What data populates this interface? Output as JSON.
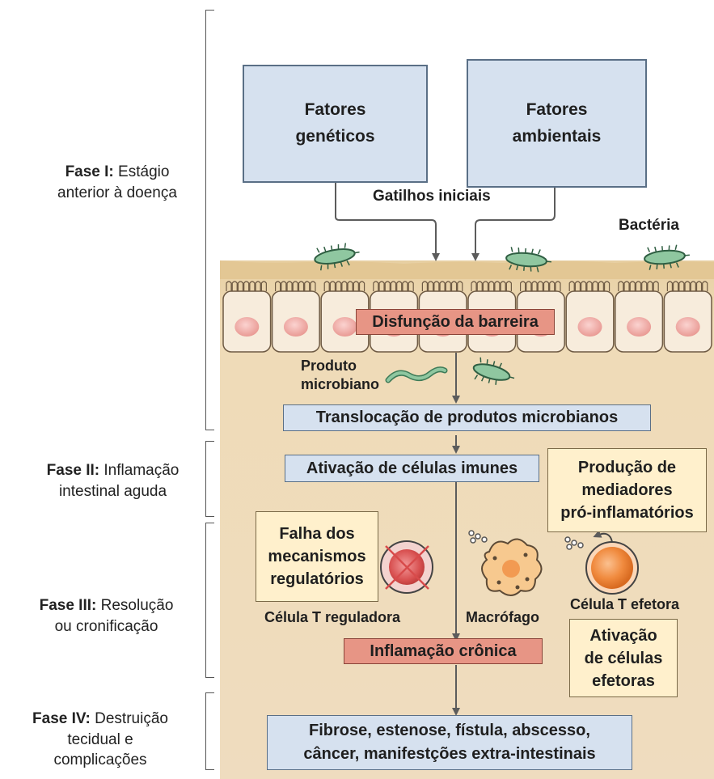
{
  "phases": {
    "p1": {
      "bold": "Fase I:",
      "rest1": " Estágio",
      "rest2": "anterior à doença"
    },
    "p2": {
      "bold": "Fase II:",
      "rest1": " Inflamação",
      "rest2": "intestinal aguda"
    },
    "p3": {
      "bold": "Fase III:",
      "rest1": " Resolução",
      "rest2": "ou cronificação"
    },
    "p4": {
      "bold": "Fase IV:",
      "rest1": " Destruição",
      "rest2": "tecidual e",
      "rest3": "complicações"
    }
  },
  "top_boxes": {
    "genetic": {
      "line1": "Fatores",
      "line2": "genéticos"
    },
    "environmental": {
      "line1": "Fatores",
      "line2": "ambientais"
    }
  },
  "triggers_label": "Gatilhos iniciais",
  "bacteria_label": "Bactéria",
  "barrier_label": "Disfunção da barreira",
  "microbial_product": {
    "line1": "Produto",
    "line2": "microbiano"
  },
  "translocation_label": "Translocação de produtos microbianos",
  "immune_activation_label": "Ativação de células imunes",
  "proinflammatory": {
    "line1": "Produção de",
    "line2": "mediadores",
    "line3": "pró-inflamatórios"
  },
  "regulatory_failure": {
    "line1": "Falha dos",
    "line2": "mecanismos",
    "line3": "regulatórios"
  },
  "treg_label": "Célula T reguladora",
  "macrophage_label": "Macrófago",
  "teff_label": "Célula T efetora",
  "effector_activation": {
    "line1": "Ativação",
    "line2": "de células",
    "line3": "efetoras"
  },
  "chronic_label": "Inflamação crônica",
  "complications": {
    "line1": "Fibrose, estenose, fístula, abscesso,",
    "line2": "câncer, manifestções extra-intestinais"
  },
  "colors": {
    "blue_box": "#d6e1ef",
    "red_box": "#e79585",
    "yellow_box": "#fff0cc",
    "tissue": "#efdbb7",
    "bacteria": "#8fc7a0"
  }
}
